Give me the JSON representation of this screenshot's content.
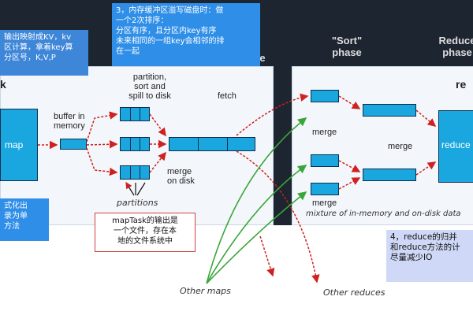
{
  "notes": {
    "top_left": "输出映射成KV，kv\n区计算，拿着key算\n分区号，K,V,P",
    "top_center": "3，内存缓冲区溢写磁盘时：做\n一个2次排序：\n分区有序，且分区内key有序\n未来相同的一组key会相邻的排\n在一起",
    "left_mid": "式化出\n录为单\n方法",
    "maptask": "mapTask的输出是\n一个文件，存在本\n地的文件系统中",
    "reduce": "4，reduce的归并\n和reduce方法的计\n尽量减少IO"
  },
  "diagram": {
    "left_phase_fragment": "e",
    "sort_phase": "\"Sort\"\nphase",
    "reduce_phase": "Reduce\nphase",
    "side_header_fragment": "k",
    "reduce_header_fragment": "re",
    "map_label": "map",
    "buffer_label": "buffer in\nmemory",
    "partition_label": "partition,\nsort and\nspill to disk",
    "fetch_label": "fetch",
    "merge_disk_label": "merge\non disk",
    "partitions_label": "partitions",
    "merge_top": "merge",
    "merge_mid": "merge",
    "merge_bottom": "merge",
    "reduce_label": "reduce",
    "mixture_label": "mixture of in-memory and on-disk data",
    "other_maps": "Other maps",
    "other_reduces": "Other reduces"
  },
  "colors": {
    "box_fill": "#1aa7e0",
    "box_border": "#0d2f4d",
    "arrow_red": "#d02020",
    "arrow_green": "#3aa63a",
    "panel_bg": "#f3f7fb",
    "dark_bg": "#1d2530"
  }
}
